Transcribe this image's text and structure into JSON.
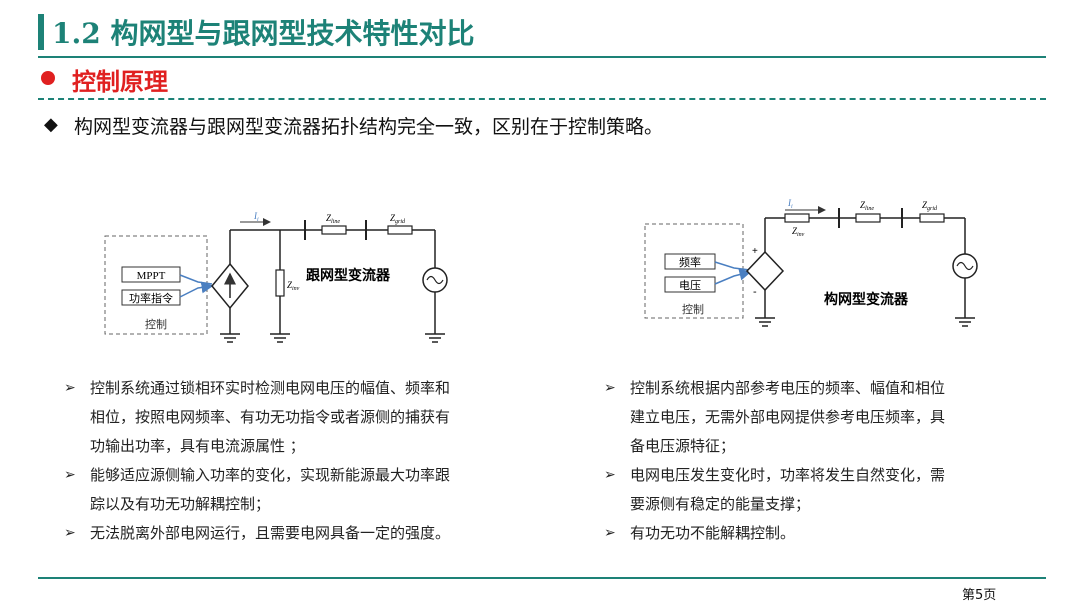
{
  "header": {
    "title": "1.2 构网型与跟网型技术特性对比"
  },
  "section": {
    "title": "控制原理"
  },
  "intro": {
    "text": "构网型变流器与跟网型变流器拓扑结构完全一致，区别在于控制策略。"
  },
  "left_diagram": {
    "box1": "MPPT",
    "box2": "功率指令",
    "control": "控制",
    "label": "跟网型变流器",
    "il": "I",
    "il_sub": "i",
    "zline": "Z",
    "zline_sub": "line",
    "zgrid": "Z",
    "zgrid_sub": "grid",
    "zinv": "Z",
    "zinv_sub": "inv"
  },
  "right_diagram": {
    "box1": "频率",
    "box2": "电压",
    "control": "控制",
    "label": "构网型变流器",
    "il": "I",
    "il_sub": "i",
    "zline": "Z",
    "zline_sub": "line",
    "zgrid": "Z",
    "zgrid_sub": "grid",
    "zinv": "Z",
    "zinv_sub": "inv",
    "plus": "+",
    "minus": "-"
  },
  "left_bullets": [
    {
      "line1": "控制系统通过锁相环实时检测电网电压的幅值、频率和",
      "line2": "相位，按照电网频率、有功无功指令或者源侧的捕获有",
      "line3": "功输出功率，具有电流源属性 ；"
    },
    {
      "line1": "能够适应源侧输入功率的变化，实现新能源最大功率跟",
      "line2": "踪以及有功无功解耦控制；"
    },
    {
      "line1": "无法脱离外部电网运行，且需要电网具备一定的强度。"
    }
  ],
  "right_bullets": [
    {
      "line1": "控制系统根据内部参考电压的频率、幅值和相位",
      "line2": "建立电压，无需外部电网提供参考电压频率，具",
      "line3": "备电压源特征；"
    },
    {
      "line1": "电网电压发生变化时，功率将发生自然变化，需",
      "line2": "要源侧有稳定的能量支撑；"
    },
    {
      "line1": "有功无功不能解耦控制。"
    }
  ],
  "footer": {
    "page": "第5页"
  },
  "colors": {
    "accent": "#1d8277",
    "section": "#e02020",
    "arrow": "#4a7fc1"
  }
}
